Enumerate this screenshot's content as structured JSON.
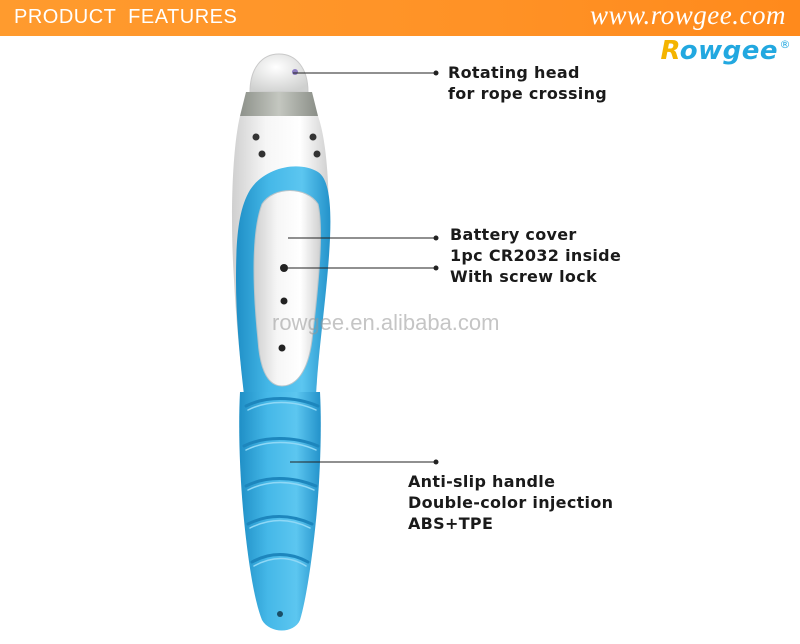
{
  "banner": {
    "title": "PRODUCT  FEATURES",
    "url": "www.rowgee.com",
    "color": "#ff9226"
  },
  "logo": {
    "first_letter": "R",
    "rest": "owgee",
    "registered": "®",
    "color_primary": "#22a8e0",
    "color_accent": "#f4b400"
  },
  "watermark": "rowgee.en.alibaba.com",
  "callouts": {
    "head": {
      "lines": [
        "Rotating head",
        "for rope crossing"
      ]
    },
    "battery": {
      "lines": [
        "Battery cover",
        "1pc CR2032 inside",
        "With screw lock"
      ]
    },
    "handle": {
      "lines": [
        "Anti-slip handle",
        "Double-color injection",
        "ABS+TPE"
      ]
    }
  },
  "product": {
    "body_color": "#ececec",
    "accent_color": "#35aee0",
    "ring_color": "#a8aca4"
  }
}
